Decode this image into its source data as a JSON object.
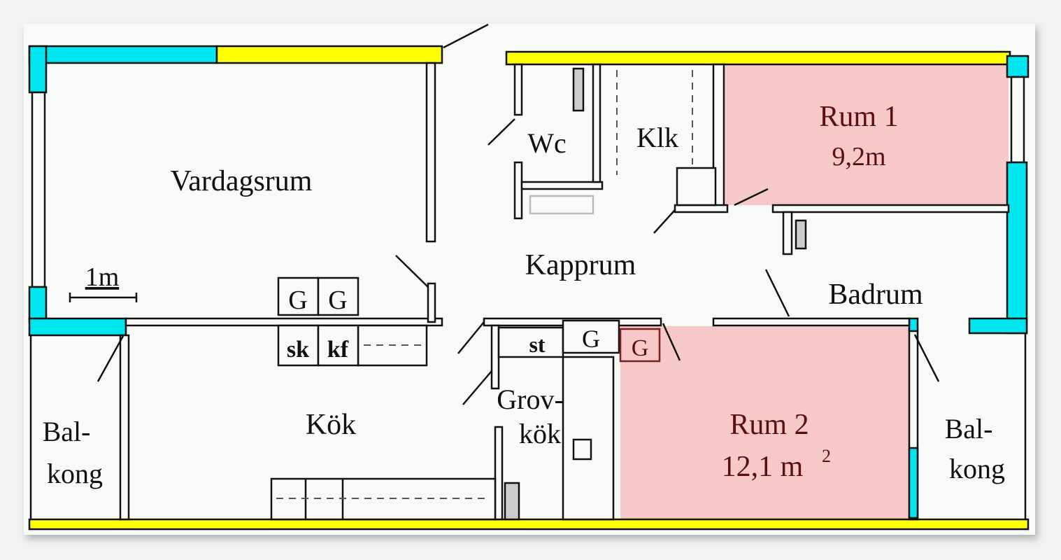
{
  "rooms": {
    "living": "Vardagsrum",
    "wc": "Wc",
    "closet": "Klk",
    "room1_name": "Rum 1",
    "room1_area": "9,2m",
    "hall": "Kapprum",
    "bath": "Badrum",
    "kitchen": "Kök",
    "utility_line1": "Grov-",
    "utility_line2": "kök",
    "room2_name": "Rum 2",
    "room2_area": "12,1 m",
    "room2_area_sup": "2",
    "balcony_left_line1": "Bal-",
    "balcony_left_line2": "kong",
    "balcony_right_line1": "Bal-",
    "balcony_right_line2": "kong"
  },
  "fixtures": {
    "g1": "G",
    "g2": "G",
    "sk": "sk",
    "kf": "kf",
    "st": "st",
    "g3": "G",
    "g4": "G"
  },
  "scale": {
    "label": "1m"
  },
  "colors": {
    "wall_cyan": "#00e5f0",
    "wall_yellow": "#ffff00",
    "room_pink": "#f7c8c8",
    "background": "#f7faf7"
  }
}
